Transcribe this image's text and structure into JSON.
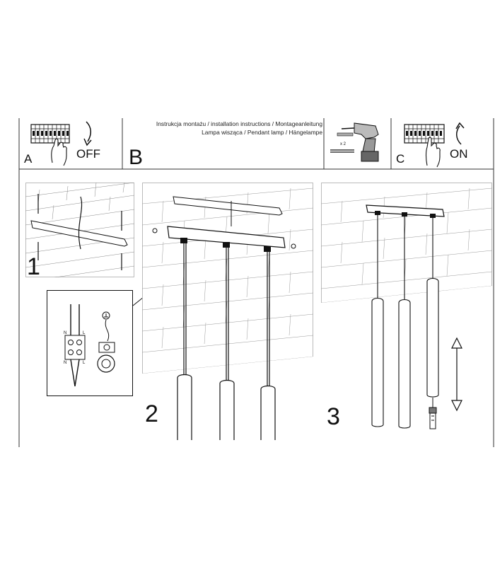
{
  "header": {
    "line1": "Instrukcja montażu / installation instructions / Montageanleitung",
    "line2": "Lampa wisząca / Pendant lamp / Hängelampe"
  },
  "panel_a": {
    "letter": "A",
    "action": "OFF"
  },
  "section_b": {
    "letter": "B"
  },
  "panel_drill": {
    "count": "x 2"
  },
  "panel_c": {
    "letter": "C",
    "action": "ON"
  },
  "steps": {
    "one": "1",
    "two": "2",
    "three": "3"
  },
  "wiring": {
    "n_top": "N",
    "l_top": "L",
    "n_bottom": "N",
    "l_bottom": "L"
  }
}
